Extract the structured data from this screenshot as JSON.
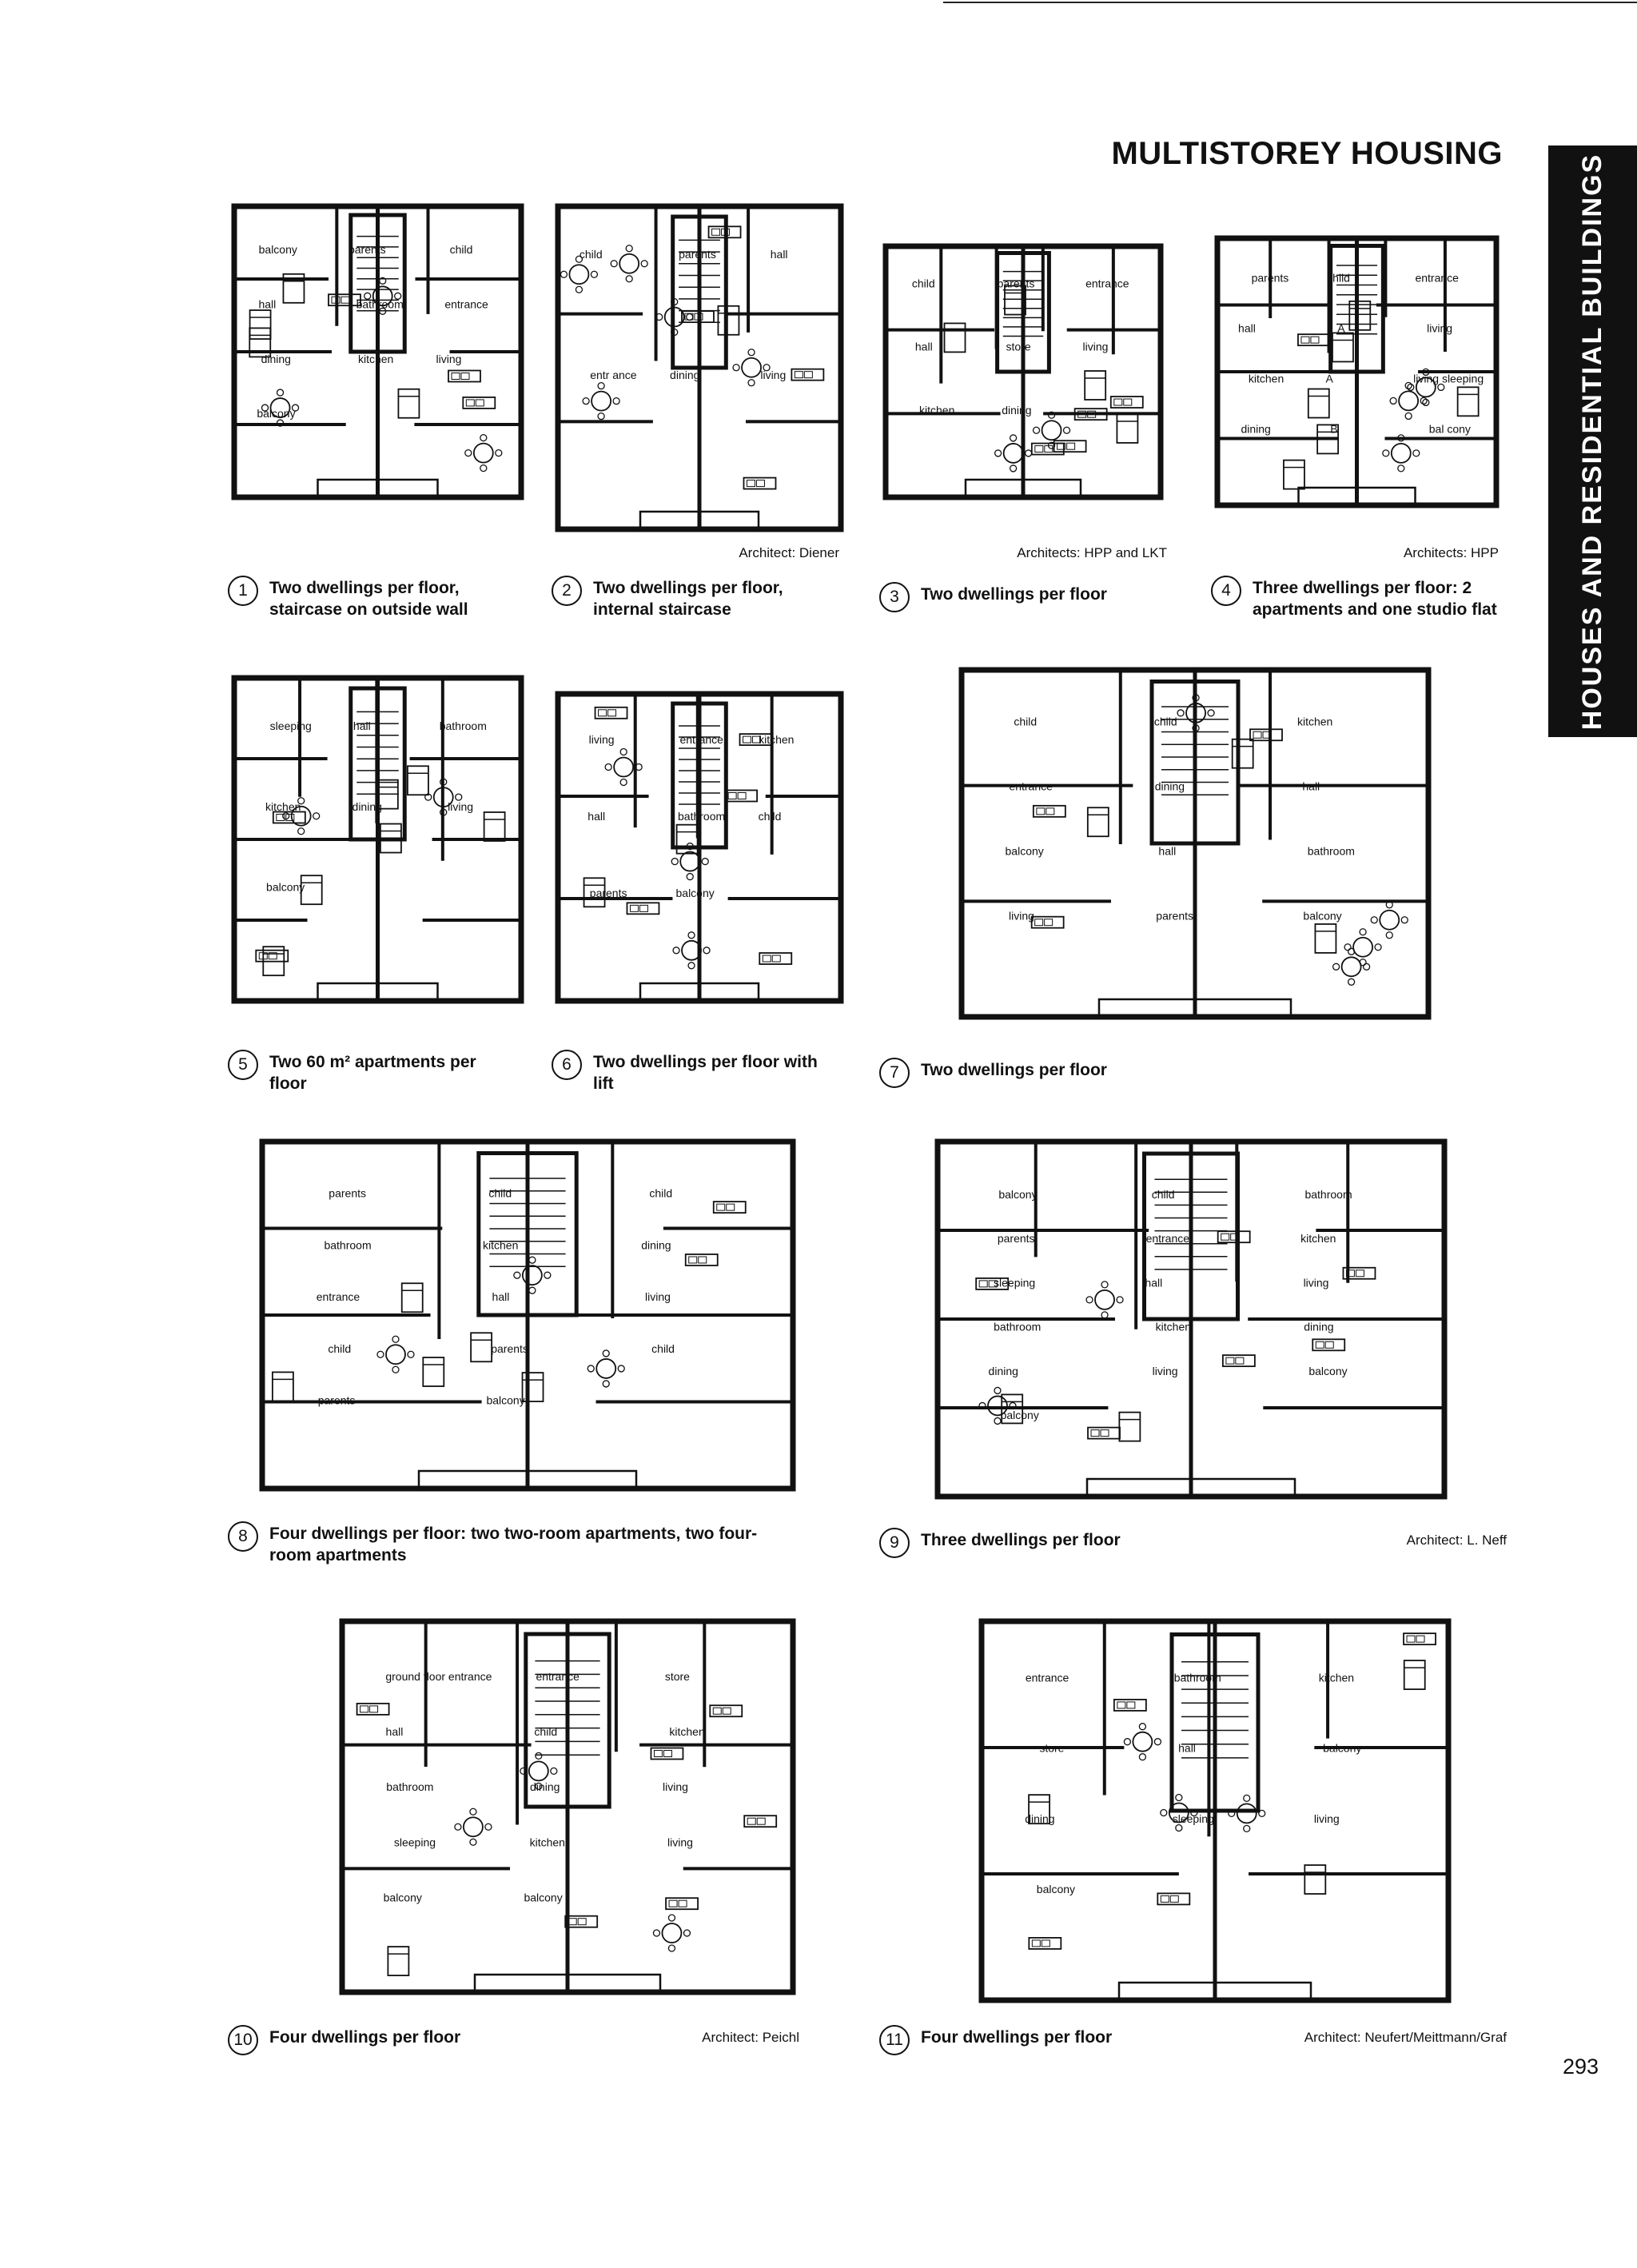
{
  "page": {
    "title": "MULTISTOREY HOUSING",
    "side_tab": "HOUSES AND RESIDENTIAL BUILDINGS",
    "page_number": "293"
  },
  "plans": [
    {
      "number": "1",
      "caption": "Two dwellings per floor, staircase on outside wall",
      "architect": "",
      "labels": [
        "balcony",
        "parents",
        "child",
        "hall",
        "bathroom",
        "entrance",
        "dining",
        "kitchen",
        "living",
        "balcony"
      ]
    },
    {
      "number": "2",
      "caption": "Two dwellings per floor, internal staircase",
      "architect": "Architect: Diener",
      "labels": [
        "child",
        "parents",
        "hall",
        "entr ance",
        "dining",
        "living"
      ]
    },
    {
      "number": "3",
      "caption": "Two dwellings per floor",
      "architect": "Architects: HPP and LKT",
      "labels": [
        "child",
        "parents",
        "entrance",
        "hall",
        "store",
        "living",
        "kitchen",
        "dining"
      ]
    },
    {
      "number": "4",
      "caption": "Three dwellings per floor: 2 apartments and one studio flat",
      "architect": "Architects: HPP",
      "labels": [
        "parents",
        "child",
        "entrance",
        "hall",
        "A",
        "living",
        "kitchen",
        "A",
        "living sleeping",
        "dining",
        "B",
        "bal cony"
      ]
    },
    {
      "number": "5",
      "caption": "Two 60 m² apartments per floor",
      "architect": "",
      "labels": [
        "sleeping",
        "hall",
        "bathroom",
        "kitchen",
        "dining",
        "living",
        "balcony"
      ]
    },
    {
      "number": "6",
      "caption": "Two dwellings per floor with lift",
      "architect": "",
      "labels": [
        "living",
        "entrance",
        "kitchen",
        "hall",
        "bathroom",
        "child",
        "parents",
        "balcony"
      ]
    },
    {
      "number": "7",
      "caption": "Two dwellings per floor",
      "architect": "",
      "labels": [
        "child",
        "child",
        "kitchen",
        "entrance",
        "dining",
        "hall",
        "balcony",
        "hall",
        "bathroom",
        "living",
        "parents",
        "balcony"
      ]
    },
    {
      "number": "8",
      "caption": "Four dwellings per floor: two two-room apartments, two four-room apartments",
      "architect": "",
      "labels": [
        "parents",
        "child",
        "child",
        "bathroom",
        "kitchen",
        "dining",
        "entrance",
        "hall",
        "living",
        "child",
        "parents",
        "child",
        "parents",
        "balcony"
      ]
    },
    {
      "number": "9",
      "caption": "Three dwellings per floor",
      "architect": "Architect: L. Neff",
      "labels": [
        "balcony",
        "child",
        "bathroom",
        "parents",
        "entrance",
        "kitchen",
        "sleeping",
        "hall",
        "living",
        "bathroom",
        "kitchen",
        "dining",
        "dining",
        "living",
        "balcony",
        "balcony"
      ]
    },
    {
      "number": "10",
      "caption": "Four dwellings per floor",
      "architect": "Architect: Peichl",
      "labels": [
        "ground floor entrance",
        "entrance",
        "store",
        "hall",
        "child",
        "kitchen",
        "bathroom",
        "dining",
        "living",
        "sleeping",
        "kitchen",
        "living",
        "balcony",
        "balcony"
      ]
    },
    {
      "number": "11",
      "caption": "Four dwellings per floor",
      "architect": "Architect: Neufert/Meittmann/Graf",
      "labels": [
        "entrance",
        "bathroom",
        "kitchen",
        "store",
        "hall",
        "balcony",
        "dining",
        "sleeping",
        "living",
        "balcony"
      ]
    }
  ]
}
